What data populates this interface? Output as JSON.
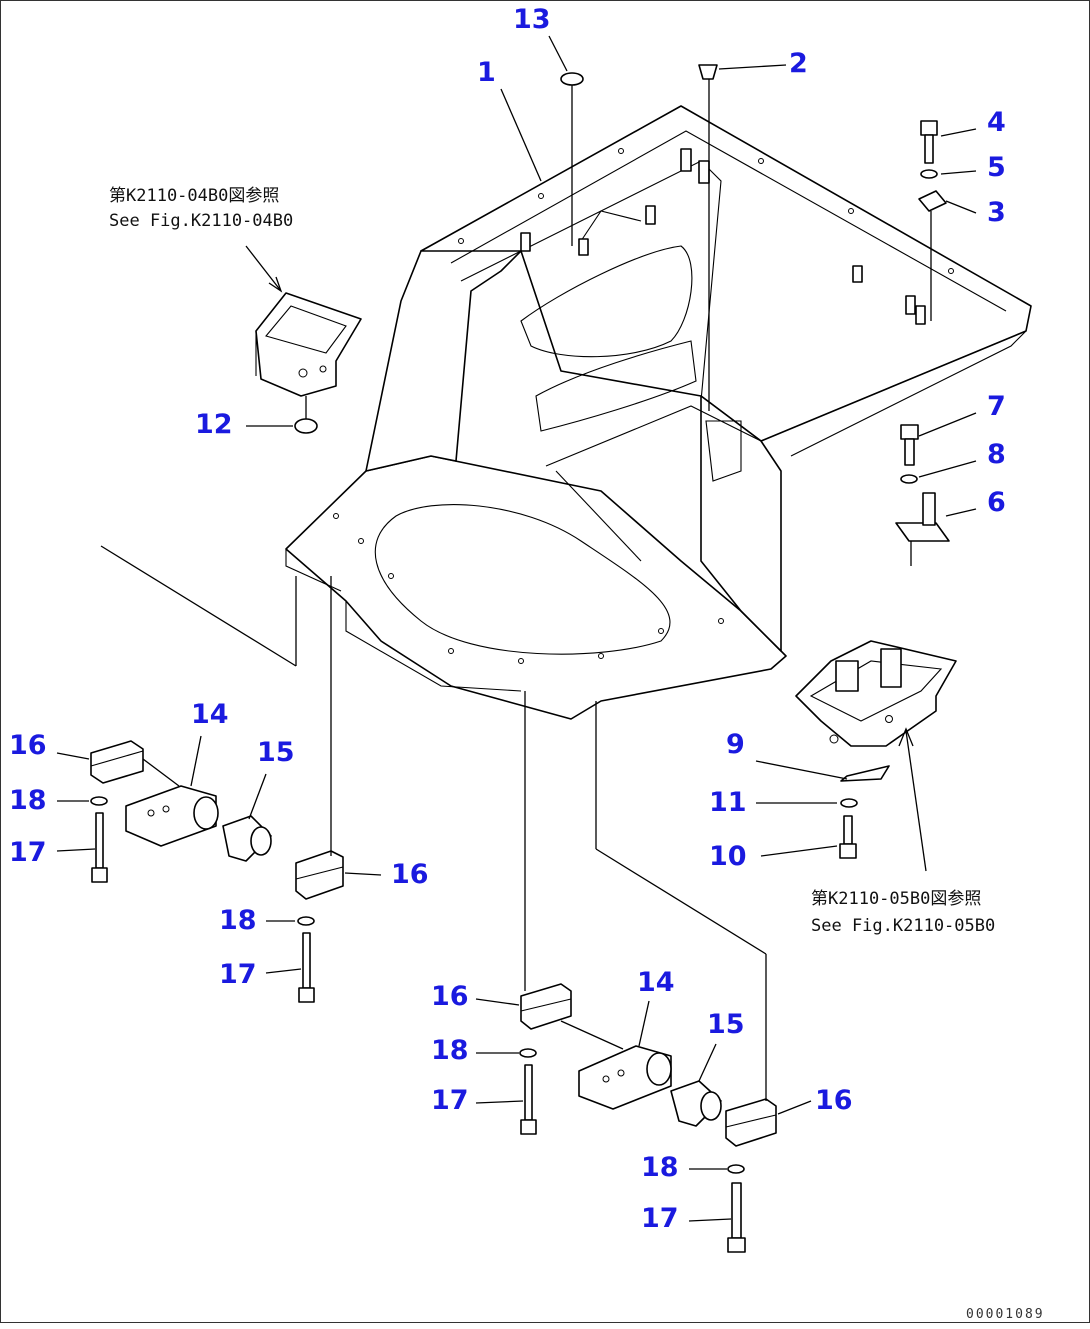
{
  "references": {
    "upper_left_jp": "第K2110-04B0図参照",
    "upper_left_en": "See Fig.K2110-04B0",
    "lower_right_jp": "第K2110-05B0図参照",
    "lower_right_en": "See Fig.K2110-05B0"
  },
  "document_id": "00001089",
  "callouts": [
    {
      "id": "c1",
      "label": "1"
    },
    {
      "id": "c2",
      "label": "2"
    },
    {
      "id": "c3",
      "label": "3"
    },
    {
      "id": "c4",
      "label": "4"
    },
    {
      "id": "c5",
      "label": "5"
    },
    {
      "id": "c6",
      "label": "6"
    },
    {
      "id": "c7",
      "label": "7"
    },
    {
      "id": "c8",
      "label": "8"
    },
    {
      "id": "c9",
      "label": "9"
    },
    {
      "id": "c10",
      "label": "10"
    },
    {
      "id": "c11",
      "label": "11"
    },
    {
      "id": "c12",
      "label": "12"
    },
    {
      "id": "c13",
      "label": "13"
    },
    {
      "id": "c14a",
      "label": "14"
    },
    {
      "id": "c14b",
      "label": "14"
    },
    {
      "id": "c15a",
      "label": "15"
    },
    {
      "id": "c15b",
      "label": "15"
    },
    {
      "id": "c16a",
      "label": "16"
    },
    {
      "id": "c16b",
      "label": "16"
    },
    {
      "id": "c16c",
      "label": "16"
    },
    {
      "id": "c16d",
      "label": "16"
    },
    {
      "id": "c17a",
      "label": "17"
    },
    {
      "id": "c17b",
      "label": "17"
    },
    {
      "id": "c17c",
      "label": "17"
    },
    {
      "id": "c17d",
      "label": "17"
    },
    {
      "id": "c18a",
      "label": "18"
    },
    {
      "id": "c18b",
      "label": "18"
    },
    {
      "id": "c18c",
      "label": "18"
    },
    {
      "id": "c18d",
      "label": "18"
    }
  ],
  "colors": {
    "callout": "#1a1adf",
    "line": "#000000",
    "background": "#ffffff"
  }
}
